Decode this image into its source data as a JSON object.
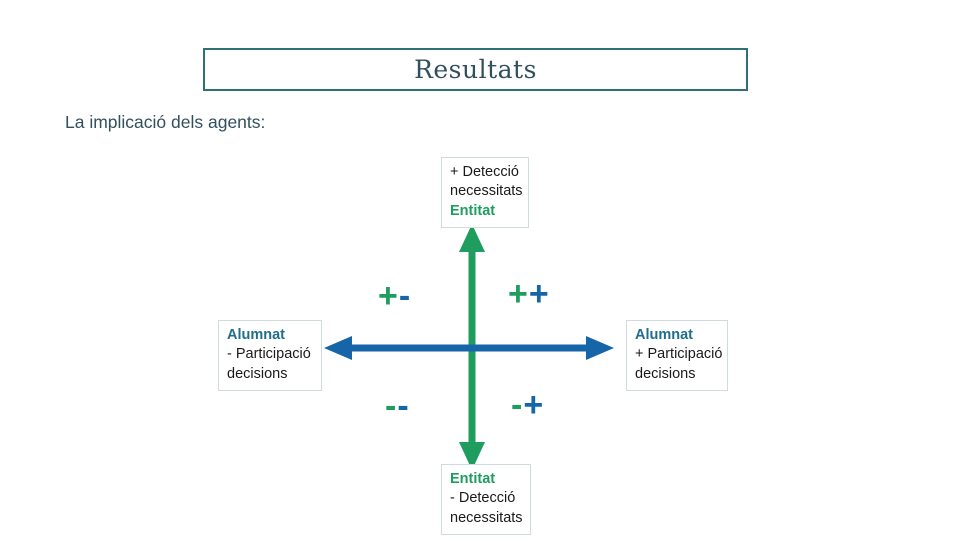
{
  "slide": {
    "title": "Resultats",
    "subtitle": "La implicació dels agents:"
  },
  "diagram": {
    "vertical_axis": {
      "name": "Entitat",
      "color": "#1f9d5f",
      "arrow": "double-headed-vertical"
    },
    "horizontal_axis": {
      "name": "Alumnat",
      "color": "#1565a8",
      "arrow": "double-headed-horizontal"
    },
    "boxes": {
      "top": {
        "line1": "+ Detecció",
        "line2": "necessitats",
        "line3": "Entitat"
      },
      "bottom": {
        "line1": "Entitat",
        "line2": "- Detecció",
        "line3": "necessitats"
      },
      "left": {
        "line1": "Alumnat",
        "line2": "- Participació",
        "line3": "decisions"
      },
      "right": {
        "line1": "Alumnat",
        "line2": "+ Participació",
        "line3": "decisions"
      }
    },
    "quadrants": {
      "top_left": {
        "entitat": "+",
        "alumnat": "-"
      },
      "top_right": {
        "entitat": "+",
        "alumnat": "+"
      },
      "bottom_left": {
        "entitat": "-",
        "alumnat": "-"
      },
      "bottom_right": {
        "entitat": "-",
        "alumnat": "+"
      }
    }
  },
  "colors": {
    "title_border": "#2f7076",
    "title_text": "#31505e",
    "green": "#1f9d5f",
    "blue": "#1565a8",
    "heading_blue": "#1f6e8c",
    "body_text": "#1a1a1a"
  }
}
